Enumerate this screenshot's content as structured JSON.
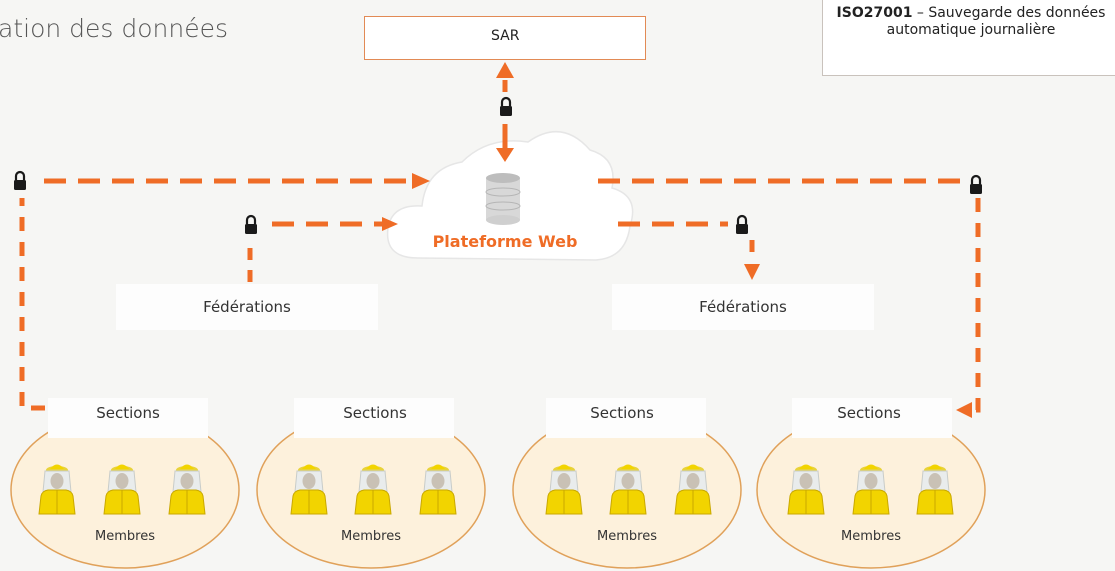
{
  "title": "ation des données",
  "sar": {
    "label": "SAR"
  },
  "iso": {
    "code": "ISO27001",
    "text": " – Sauvegarde des données automatique journalière"
  },
  "platform": {
    "label": "Plateforme Web"
  },
  "federations": [
    {
      "label": "Fédérations"
    },
    {
      "label": "Fédérations"
    }
  ],
  "sections": [
    {
      "label": "Sections",
      "members": "Membres"
    },
    {
      "label": "Sections",
      "members": "Membres"
    },
    {
      "label": "Sections",
      "members": "Membres"
    },
    {
      "label": "Sections",
      "members": "Membres"
    }
  ],
  "colors": {
    "accent": "#ef6c26",
    "arrow": "#ef6c26",
    "lock": "#1a1a1a",
    "bubble_border": "#e0a15a",
    "bubble_fill": "#fdf1dc",
    "suit": "#f2d400",
    "background": "#f6f6f4"
  },
  "icons": [
    "lock-icon",
    "database-icon",
    "beekeeper-icon",
    "sar-logo-icon",
    "arrow-icon"
  ]
}
